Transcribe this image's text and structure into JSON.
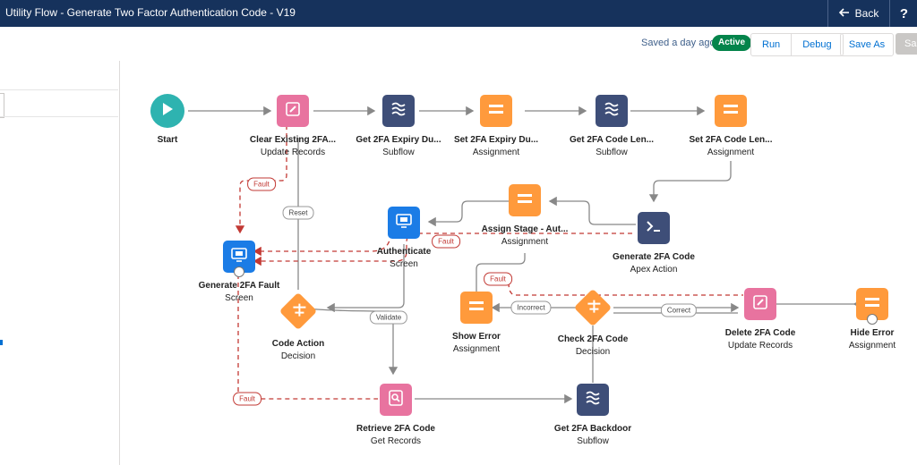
{
  "header": {
    "title": "Utility Flow - Generate Two Factor Authentication Code - V19",
    "back_label": "Back",
    "help_label": "?"
  },
  "toolbar": {
    "saved_text": "Saved a day ago",
    "status_badge": "Active",
    "run_label": "Run",
    "debug_label": "Debug",
    "save_as_label": "Save As",
    "save_label": "Sa"
  },
  "nodes": {
    "start": {
      "title": "Start",
      "type": ""
    },
    "clear_existing": {
      "title": "Clear Existing 2FA...",
      "type": "Update Records"
    },
    "get_expiry": {
      "title": "Get 2FA Expiry Du...",
      "type": "Subflow"
    },
    "set_expiry": {
      "title": "Set 2FA Expiry Du...",
      "type": "Assignment"
    },
    "get_code_len": {
      "title": "Get 2FA Code Len...",
      "type": "Subflow"
    },
    "set_code_len": {
      "title": "Set 2FA Code Len...",
      "type": "Assignment"
    },
    "generate_code": {
      "title": "Generate 2FA Code",
      "type": "Apex Action"
    },
    "assign_stage": {
      "title": "Assign Stage - Aut...",
      "type": "Assignment"
    },
    "authenticate": {
      "title": "Authenticate",
      "type": "Screen"
    },
    "generate_fault": {
      "title": "Generate 2FA Fault",
      "type": "Screen"
    },
    "code_action": {
      "title": "Code Action",
      "type": "Decision"
    },
    "show_error": {
      "title": "Show Error",
      "type": "Assignment"
    },
    "check_code": {
      "title": "Check 2FA Code",
      "type": "Decision"
    },
    "delete_code": {
      "title": "Delete 2FA Code",
      "type": "Update Records"
    },
    "hide_error": {
      "title": "Hide Error",
      "type": "Assignment"
    },
    "retrieve_code": {
      "title": "Retrieve 2FA Code",
      "type": "Get Records"
    },
    "get_backdoor": {
      "title": "Get 2FA Backdoor",
      "type": "Subflow"
    }
  },
  "connectors": {
    "fault": "Fault",
    "reset": "Reset",
    "validate": "Validate",
    "incorrect": "Incorrect",
    "correct": "Correct"
  },
  "icons": {
    "update_records": "pencil-edit-icon",
    "subflow": "subflow-wave-icon",
    "assignment": "equals-icon",
    "apex": "terminal-prompt-icon",
    "screen": "screen-icon",
    "decision": "decision-icon",
    "get_records": "search-records-icon",
    "start": "play-icon"
  },
  "colors": {
    "header_bg": "#16325c",
    "active_badge": "#04844b",
    "update_records": "#e8739f",
    "assignment": "#ff9a3c",
    "subflow": "#3e4e78",
    "screen": "#1b7ce6",
    "start": "#2eb3b0",
    "fault_line": "#c23934"
  }
}
